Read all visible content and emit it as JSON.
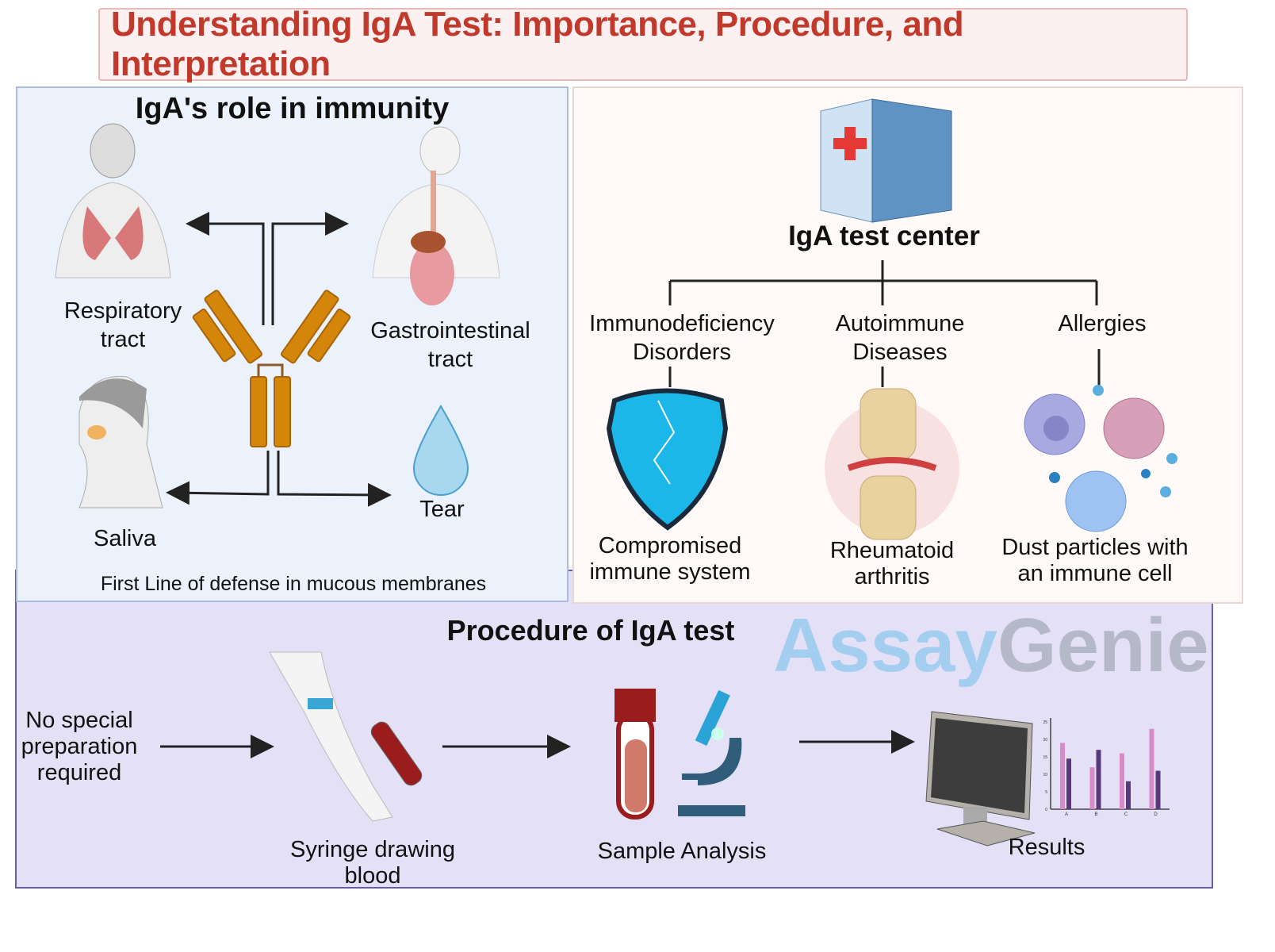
{
  "title": "Understanding IgA Test: Importance, Procedure, and Interpretation",
  "immunity": {
    "heading": "IgA's role in immunity",
    "respiratory": "Respiratory\ntract",
    "gastro": "Gastrointestinal\ntract",
    "saliva": "Saliva",
    "tear": "Tear",
    "caption": "First Line of defense in mucous membranes"
  },
  "center": {
    "heading": "IgA test center",
    "categories": [
      {
        "label": "Immunodeficiency\nDisorders",
        "example": "Compromised\nimmune system"
      },
      {
        "label": "Autoimmune\nDiseases",
        "example": "Rheumatoid\narthritis"
      },
      {
        "label": "Allergies",
        "example": "Dust particles with\nan immune cell"
      }
    ]
  },
  "procedure": {
    "heading": "Procedure of IgA test",
    "steps": [
      "No special\npreparation\nrequired",
      "Syringe drawing\nblood",
      "Sample Analysis",
      "Results"
    ]
  },
  "watermark": {
    "part1": "Assay",
    "part2": "Genie"
  },
  "chart_data": {
    "type": "bar",
    "categories": [
      "A",
      "B",
      "C",
      "D"
    ],
    "series": [
      {
        "values": [
          19,
          12,
          16,
          23
        ]
      },
      {
        "values": [
          14.5,
          17,
          8,
          11
        ]
      }
    ],
    "yticks": [
      0,
      5,
      10,
      15,
      20,
      25
    ],
    "ylim": [
      0,
      25
    ],
    "colors": [
      "#d98bc8",
      "#573a7a"
    ]
  },
  "colors": {
    "title": "#c0392b",
    "antibody": "#d4860b",
    "left_bg": "#ebf2fc",
    "right_bg": "#fffaf8",
    "bottom_bg": "#e4e0f6"
  }
}
